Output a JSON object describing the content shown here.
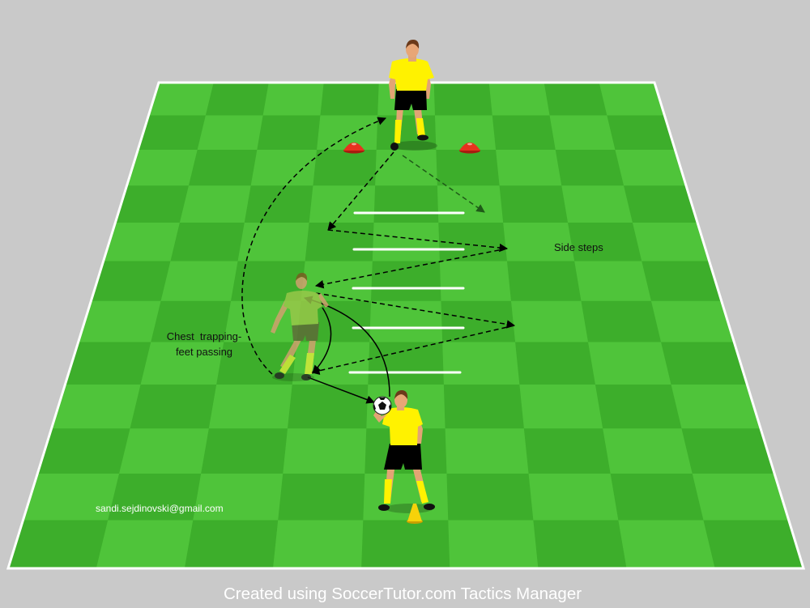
{
  "labels": {
    "side_steps": "Side steps",
    "chest_line1": "Chest  trapping-",
    "chest_line2": "feet passing",
    "email": "sandi.sejdinovski@gmail.com"
  },
  "footer": {
    "credit": "Created using SoccerTutor.com Tactics Manager"
  },
  "colors": {
    "background": "#c9c9c9",
    "pitch_light": "#4fc43a",
    "pitch_dark": "#3dae2b",
    "pitch_line": "#ffffff",
    "player_shirt": "#fff200",
    "player_shorts": "#000000",
    "active_player_shirt": "#9ac84a",
    "cone_red": "#e8321e",
    "cone_yellow": "#f6d20a"
  }
}
